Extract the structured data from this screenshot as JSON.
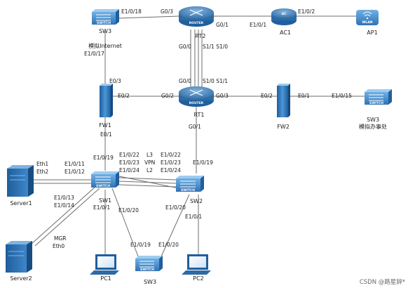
{
  "devices": {
    "sw3_top": {
      "name": "SW3",
      "subtitle": "模拟Internet",
      "icon_text": "SWITCH"
    },
    "r2": {
      "name": "RT2",
      "icon_text": "ROUTER"
    },
    "ac1": {
      "name": "AC1",
      "icon_text": "AC"
    },
    "ap1": {
      "name": "AP1",
      "icon_text": "WLAN"
    },
    "fw1": {
      "name": "FW1"
    },
    "r1": {
      "name": "RT1",
      "icon_text": "ROUTER"
    },
    "fw2": {
      "name": "FW2"
    },
    "sw3_right": {
      "name": "SW3",
      "subtitle": "模拟办事处",
      "icon_text": "SWITCH"
    },
    "sw1": {
      "name": "SW1",
      "icon_text": "SWITCH"
    },
    "sw2": {
      "name": "SW2",
      "icon_text": "SWITCH"
    },
    "server1": {
      "name": "Server1"
    },
    "server2": {
      "name": "Server2"
    },
    "sw3_bottom": {
      "name": "SW3",
      "icon_text": "SWITCH"
    },
    "pc1": {
      "name": "PC1"
    },
    "pc2": {
      "name": "PC2"
    }
  },
  "ports": {
    "sw3t_e018": "E1/0/18",
    "r2_g03": "G0/3",
    "r2_g01": "G0/1",
    "ac1_e01": "E1/0/1",
    "ac1_e02": "E1/0/2",
    "sw3t_e017": "E1/0/17",
    "r2_g00": "G0/0",
    "r2_s11_s10": "S1/1 S1/0",
    "fw1_e03": "E0/3",
    "r1_g00": "G0/0",
    "r1_s10_s11": "S1/0 S1/1",
    "fw1_e02": "E0/2",
    "r1_g02": "G0/2",
    "r1_g03": "G0/3",
    "fw2_e02": "E0/2",
    "fw2_e01": "E0/1",
    "sw3r_e015": "E1/0/15",
    "fw1_e01": "E0/1",
    "r1_g01": "G0/1",
    "sw1_e019": "E1/0/19",
    "sw1_e022": "E1/0/22",
    "sw1_e023": "E1/0/23",
    "sw1_e024": "E1/0/24",
    "sw2_e022": "E1/0/22",
    "sw2_e023": "E1/0/23",
    "sw2_e024": "E1/0/24",
    "sw2_e019": "E1/0/19",
    "srv1_eth1": "Eth1",
    "srv1_eth2": "Eth2",
    "sw1_e011": "E1/0/11",
    "sw1_e012": "E1/0/12",
    "sw1_e013": "E1/0/13",
    "sw1_e014": "E1/0/14",
    "srv2_mgr": "MGR",
    "srv2_eth0": "Eth0",
    "sw1_e020": "E1/0/20",
    "sw1_e01": "E1/0/1",
    "sw2_e020": "E1/0/20",
    "sw2_e01": "E1/0/1",
    "sw3b_e019": "E1/0/19",
    "sw3b_e020": "E1/0/20"
  },
  "link_tags": {
    "l3": "L3",
    "vpn": "VPN",
    "l2": "L2"
  },
  "watermark": "CSDN @路星辞*"
}
